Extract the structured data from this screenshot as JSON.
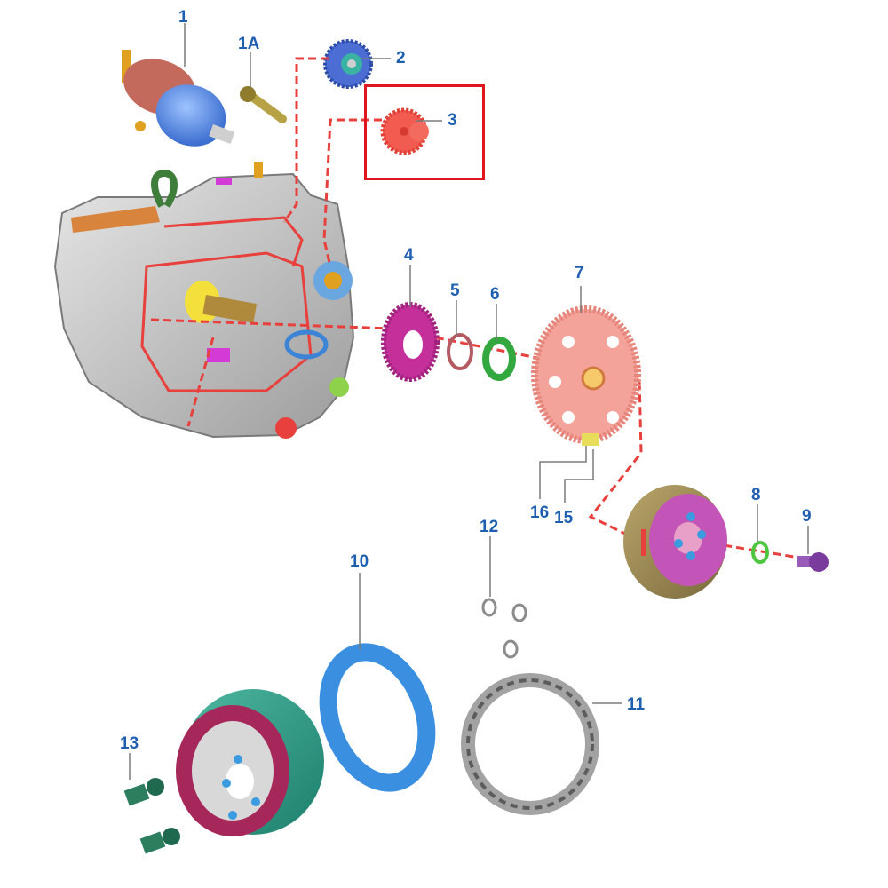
{
  "diagram": {
    "highlighted_part": "3",
    "colors": {
      "label": "#1f5fb0",
      "leader_line": "#7a7a7a",
      "drive_path": "#e8403c",
      "highlight_box": "#e0161e"
    },
    "parts": [
      {
        "id": "1",
        "label": "1"
      },
      {
        "id": "1A",
        "label": "1A"
      },
      {
        "id": "2",
        "label": "2"
      },
      {
        "id": "3",
        "label": "3"
      },
      {
        "id": "4",
        "label": "4"
      },
      {
        "id": "5",
        "label": "5"
      },
      {
        "id": "6",
        "label": "6"
      },
      {
        "id": "7",
        "label": "7"
      },
      {
        "id": "8",
        "label": "8"
      },
      {
        "id": "9",
        "label": "9"
      },
      {
        "id": "10",
        "label": "10"
      },
      {
        "id": "11",
        "label": "11"
      },
      {
        "id": "12",
        "label": "12"
      },
      {
        "id": "13",
        "label": "13"
      },
      {
        "id": "15",
        "label": "15"
      },
      {
        "id": "16",
        "label": "16"
      }
    ]
  }
}
